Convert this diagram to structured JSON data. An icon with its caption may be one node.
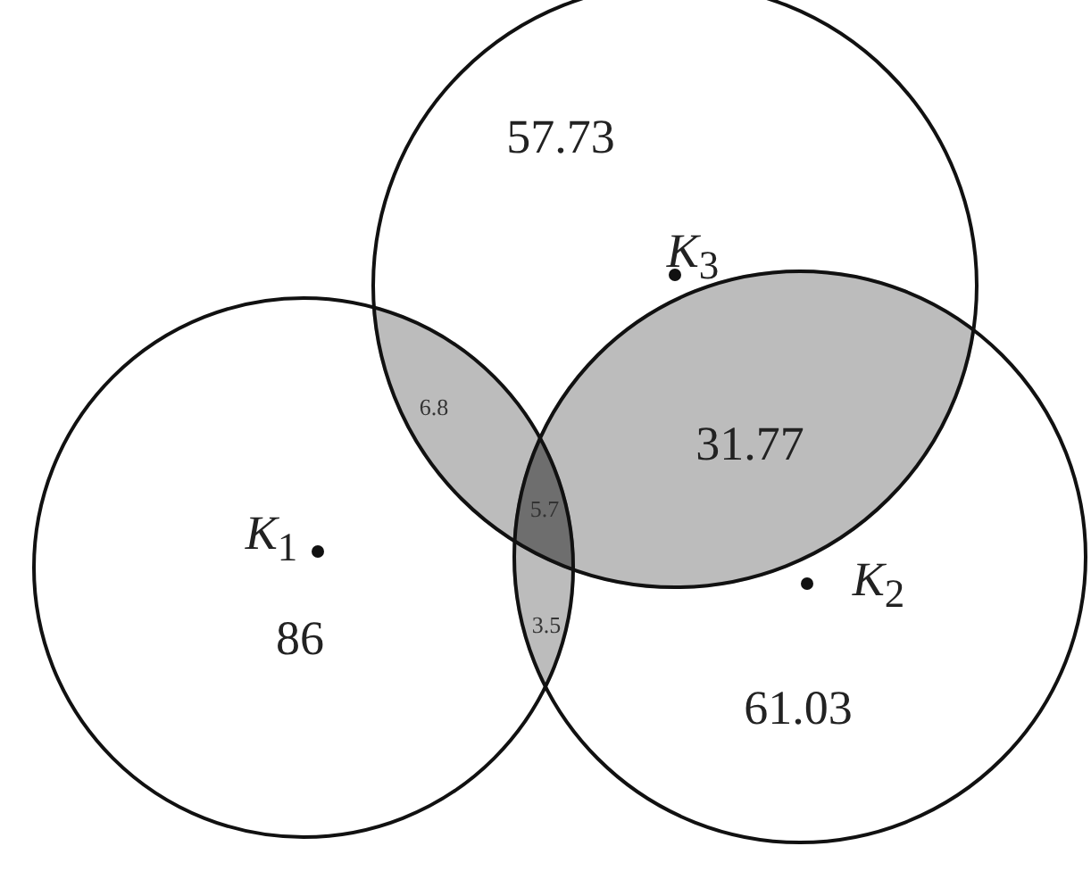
{
  "diagram": {
    "nodes": [
      {
        "text": [
          "*K*$_{3}$",
          "57.73"
        ]
      },
      {
        "text": [
          "*K*$_{1}$",
          "86"
        ]
      },
      {
        "text": [
          "*K*$_{2}$",
          "61.03"
        ]
      }
    ],
    "labels": [
      "6.8",
      "31.77",
      "5.7",
      "3.5"
    ]
  }
}
